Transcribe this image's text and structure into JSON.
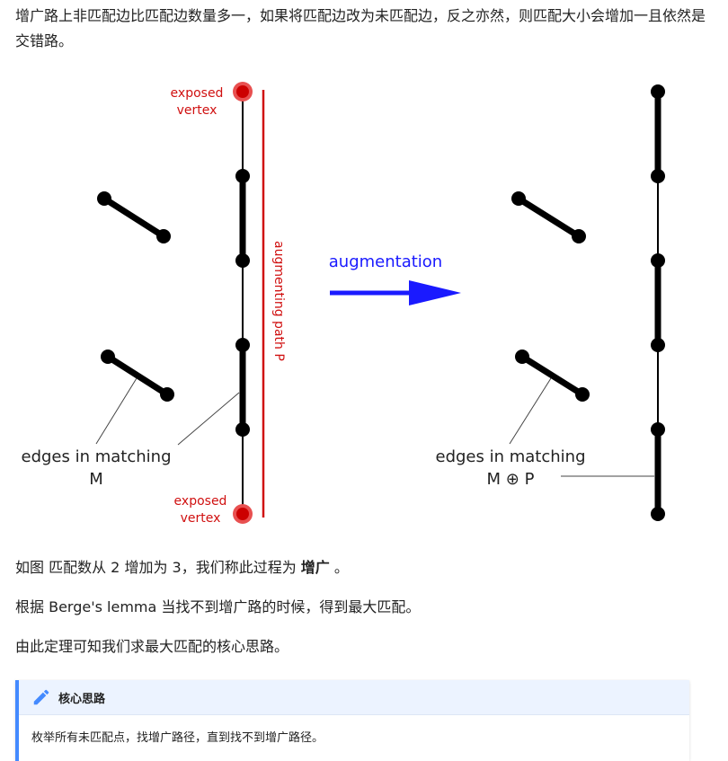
{
  "intro": "增广路上非匹配边比匹配边数量多一，如果将匹配边改为未匹配边，反之亦然，则匹配大小会增加一且依然是交错路。",
  "figure": {
    "exposed_top_line1": "exposed",
    "exposed_top_line2": "vertex",
    "exposed_bottom_line1": "exposed",
    "exposed_bottom_line2": "vertex",
    "path_label": "augmenting path P",
    "arrow_label": "augmentation",
    "left_caption_line1": "edges in matching",
    "left_caption_line2": "M",
    "right_caption_line1": "edges in matching",
    "right_caption_line2": "M ⊕ P",
    "colors": {
      "exposed": "#d01010",
      "arrow": "#1a1aff",
      "edge": "#000000"
    }
  },
  "para1": {
    "prefix": "如图 匹配数从 2 增加为 3，我们称此过程为 ",
    "bold": "增广",
    "suffix": " 。"
  },
  "para2": "根据 Berge's lemma 当找不到增广路的时候，得到最大匹配。",
  "para3": "由此定理可知我们求最大匹配的核心思路。",
  "admonition": {
    "icon": "pencil-icon",
    "title": "核心思路",
    "body": "枚举所有未匹配点，找增广路径，直到找不到增广路径。",
    "accent": "#448aff"
  }
}
